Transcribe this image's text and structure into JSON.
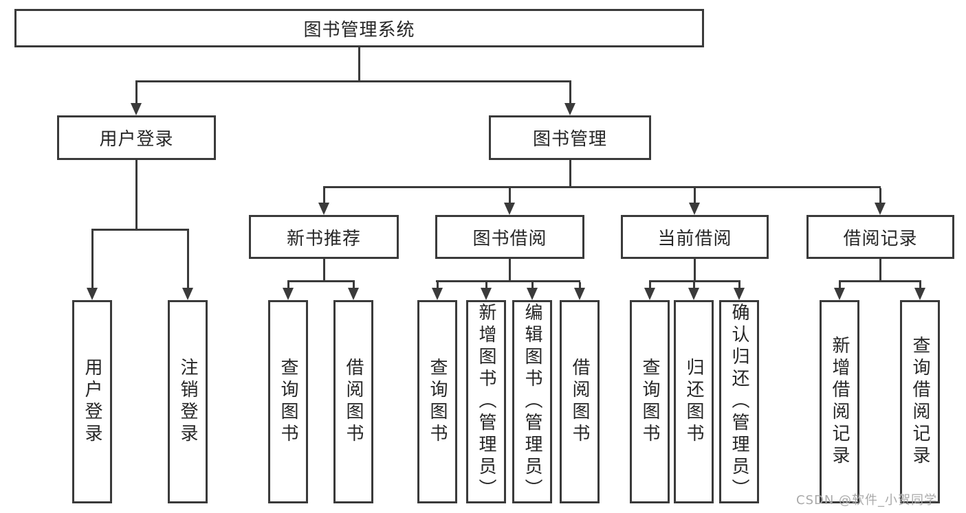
{
  "title": "图书管理系统",
  "colors": {
    "line": "#3a3a3a",
    "box_border": "#3a3a3a",
    "text": "#262626",
    "watermark": "#a9a9a9",
    "background": "#ffffff"
  },
  "tree": {
    "root": {
      "label": "图书管理系统"
    },
    "children": [
      {
        "label": "用户登录",
        "leaves": [
          {
            "label": "用户登录"
          },
          {
            "label": "注销登录"
          }
        ]
      },
      {
        "label": "图书管理",
        "children": [
          {
            "label": "新书推荐",
            "leaves": [
              {
                "label": "查询图书"
              },
              {
                "label": "借阅图书"
              }
            ]
          },
          {
            "label": "图书借阅",
            "leaves": [
              {
                "label": "查询图书"
              },
              {
                "label": "新增图书（管理员）"
              },
              {
                "label": "编辑图书（管理员）"
              },
              {
                "label": "借阅图书"
              }
            ]
          },
          {
            "label": "当前借阅",
            "leaves": [
              {
                "label": "查询图书"
              },
              {
                "label": "归还图书"
              },
              {
                "label": "确认归还（管理员）"
              }
            ]
          },
          {
            "label": "借阅记录",
            "leaves": [
              {
                "label": "新增借阅记录"
              },
              {
                "label": "查询借阅记录"
              }
            ]
          }
        ]
      }
    ]
  },
  "watermark": {
    "text": "CSDN @软件_小贺同学"
  }
}
